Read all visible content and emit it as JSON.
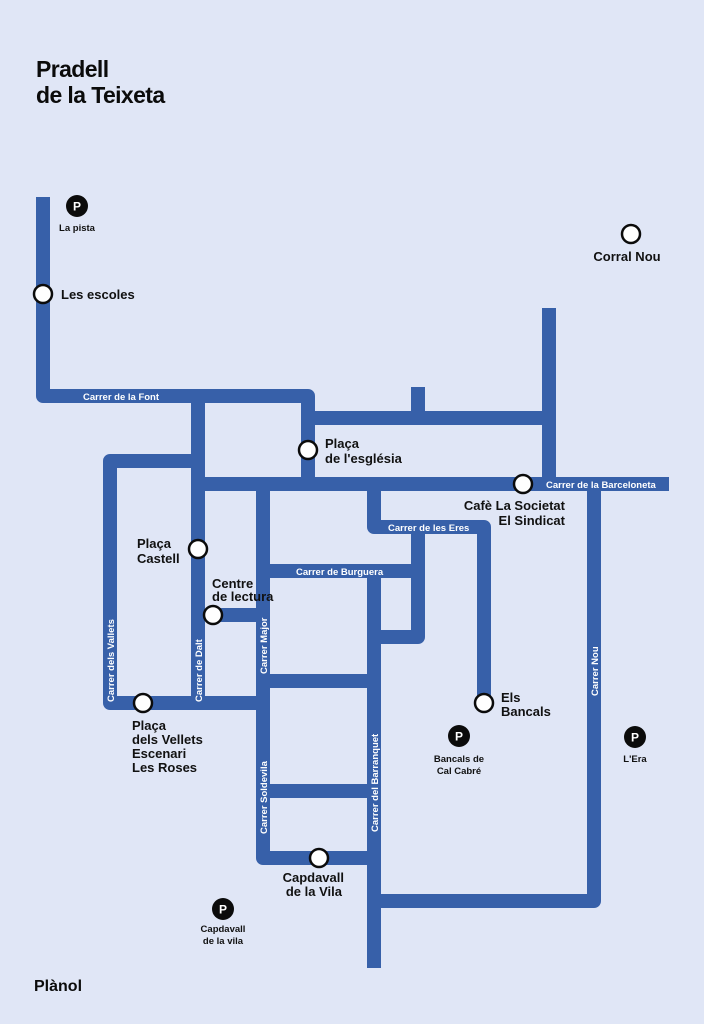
{
  "title": {
    "line1": "Pradell",
    "line2": "de la Teixeta"
  },
  "footer": "Plànol",
  "streets": {
    "font": "Carrer de la Font",
    "barceloneta": "Carrer de la Barceloneta",
    "eres": "Carrer de les Eres",
    "burguera": "Carrer de Burguera",
    "vallets": "Carrer dels Vallets",
    "dalt": "Carrer de Dalt",
    "major": "Carrer Major",
    "soldevila": "Carrer Soldevila",
    "barranquet": "Carrer del Barranquet",
    "nou": "Carrer Nou"
  },
  "places": {
    "escoles": "Les escoles",
    "esglesia": [
      "Plaça",
      "de l'església"
    ],
    "cafe": [
      "Cafè La Societat",
      "El Sindicat"
    ],
    "castell": [
      "Plaça",
      "Castell"
    ],
    "centre": [
      "Centre",
      "de lectura"
    ],
    "vellets": [
      "Plaça",
      "dels Vellets",
      "Escenari",
      "Les Roses"
    ],
    "bancals": [
      "Els",
      "Bancals"
    ],
    "capdavall": [
      "Capdavall",
      "de la Vila"
    ],
    "corral": "Corral Nou"
  },
  "parkings": {
    "symbol": "P",
    "pista": "La pista",
    "calcabre": [
      "Bancals de",
      "Cal Cabré"
    ],
    "era": "L'Era",
    "capdavall": [
      "Capdavall",
      "de la vila"
    ]
  },
  "colors": {
    "background": "#e0e6f6",
    "street": "#3760a9",
    "text": "#0b0b0b"
  }
}
